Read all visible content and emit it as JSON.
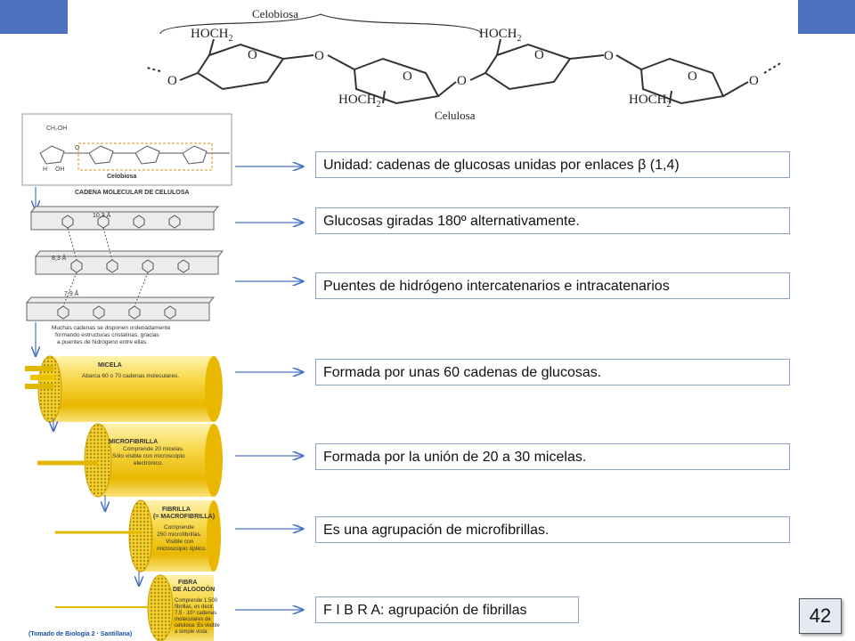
{
  "slide": {
    "page_number": "42",
    "accent_color": "#4f72c0"
  },
  "structure": {
    "celobiosa_label": "Celobiosa",
    "celulosa_label": "Celulosa",
    "hoch2": "HOCH",
    "hoch2_sub": "2",
    "oxygen": "O"
  },
  "figure": {
    "molecule_title": "CADENA MOLECULAR DE CELULOSA",
    "celobiosa_small": "Celobiosa",
    "ch2oh": "CH₂OH",
    "h_atom": "H",
    "oh_group": "OH",
    "o_atom": "O",
    "dist_a": "10,3 Å",
    "dist_b": "8,3 Å",
    "dist_c": "7,9 Å",
    "chains_caption": [
      "Muchas cadenas se disponen ordenadamente",
      "formando estructuras cristalinas, gracias",
      "a puentes de hidrógeno entre ellas."
    ],
    "micela_title": "MICELA",
    "micela_text": [
      "Abarca 60 o 70 cadenas moleculares."
    ],
    "microfibrilla_title": "MICROFIBRILLA",
    "microfibrilla_text": [
      "Comprende 20 micelas.",
      "Sólo visible con microscopio",
      "electrónico."
    ],
    "fibrilla_title": [
      "FIBRILLA",
      "(= MACROFIBRILLA)"
    ],
    "fibrilla_text": [
      "Comprende",
      "250 microfibrillas.",
      "Visible con",
      "microscopio óptico."
    ],
    "fibra_title": [
      "FIBRA",
      "DE ALGODÓN"
    ],
    "fibra_text": [
      "Comprende 1.500",
      "fibrillas, es decir,",
      "7,5 · 10⁵ cadenas",
      "moleculares de",
      "celulosa. Es visible",
      "a simple vista."
    ],
    "source": "(Tomado de Biología 2 · Santillana)"
  },
  "labels": [
    "Unidad: cadenas de glucosas unidas por enlaces β (1,4)",
    "Glucosas giradas 180º alternativamente.",
    "Puentes de hidrógeno intercatenarios e intracatenarios",
    "Formada por unas 60 cadenas de glucosas.",
    "Formada por la unión  de 20 a 30 micelas.",
    "Es una agrupación de microfibrillas.",
    "F I B R A: agrupación de fibrillas"
  ]
}
